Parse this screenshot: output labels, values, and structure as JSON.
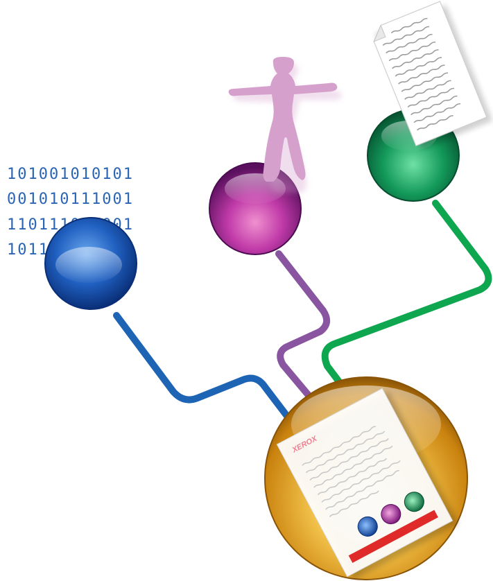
{
  "binary": {
    "lines": [
      "101001010101",
      "001010111001",
      "110111001001",
      "101101010101"
    ],
    "color": "#2a64b4"
  },
  "icons": {
    "person": "person-figure-icon",
    "document": "document-icon"
  },
  "document": {
    "logo": "XEROX"
  },
  "colors": {
    "blue_sphere": "#1d57b0",
    "purple_sphere": "#a02a9e",
    "green_sphere": "#0d8a52",
    "gold_sphere": "#e0a01a",
    "blue_line": "#1e64b4",
    "purple_line": "#8a55a0",
    "green_line": "#0fa650",
    "person": "#d6a0cd",
    "red_bar": "#e02a2a"
  }
}
